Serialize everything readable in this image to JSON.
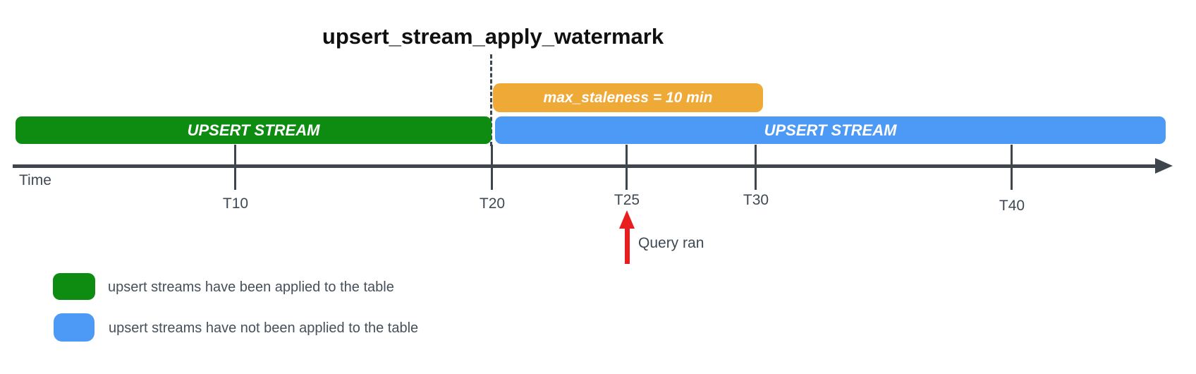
{
  "colors": {
    "green": "#0d8c11",
    "blue": "#4c9af5",
    "orange": "#efa937",
    "red": "#e91d1d",
    "axis": "#3f454d"
  },
  "title": "upsert_stream_apply_watermark",
  "staleness_badge": {
    "label": "max_staleness = 10 min"
  },
  "bars": {
    "applied": {
      "label": "UPSERT STREAM"
    },
    "pending": {
      "label": "UPSERT STREAM"
    }
  },
  "axis": {
    "label": "Time",
    "ticks": [
      {
        "label": "T10"
      },
      {
        "label": "T20"
      },
      {
        "label": "T25"
      },
      {
        "label": "T30"
      },
      {
        "label": "T40"
      }
    ]
  },
  "annotation": {
    "label": "Query ran"
  },
  "legend": [
    {
      "color": "green",
      "label": "upsert streams have been applied to the table"
    },
    {
      "color": "blue",
      "label": "upsert streams have not been applied to the table"
    }
  ]
}
